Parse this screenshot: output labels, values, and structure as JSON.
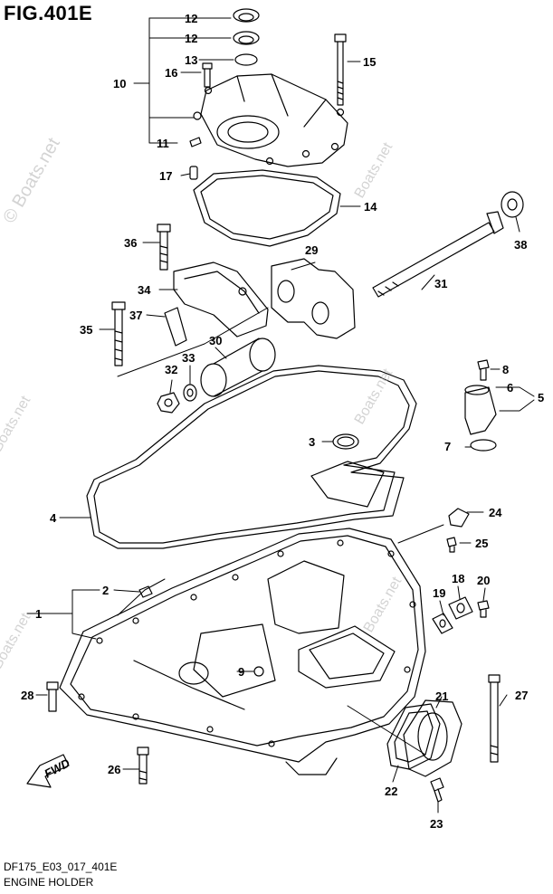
{
  "figure": {
    "title": "FIG.401E",
    "code": "DF175_E03_017_401E",
    "name": "ENGINE HOLDER",
    "watermark": "© Boats.net",
    "watermark_repeat": "Boats.net",
    "fwd_label": "FWD"
  },
  "callouts": [
    "1",
    "2",
    "3",
    "4",
    "5",
    "6",
    "7",
    "8",
    "9",
    "10",
    "11",
    "12",
    "12",
    "13",
    "14",
    "15",
    "16",
    "17",
    "18",
    "19",
    "20",
    "21",
    "22",
    "23",
    "24",
    "25",
    "26",
    "27",
    "28",
    "29",
    "30",
    "31",
    "32",
    "33",
    "34",
    "35",
    "36",
    "37",
    "38"
  ],
  "colors": {
    "ink": "#000000",
    "paper": "#ffffff",
    "watermark": "#b0b0b0"
  }
}
